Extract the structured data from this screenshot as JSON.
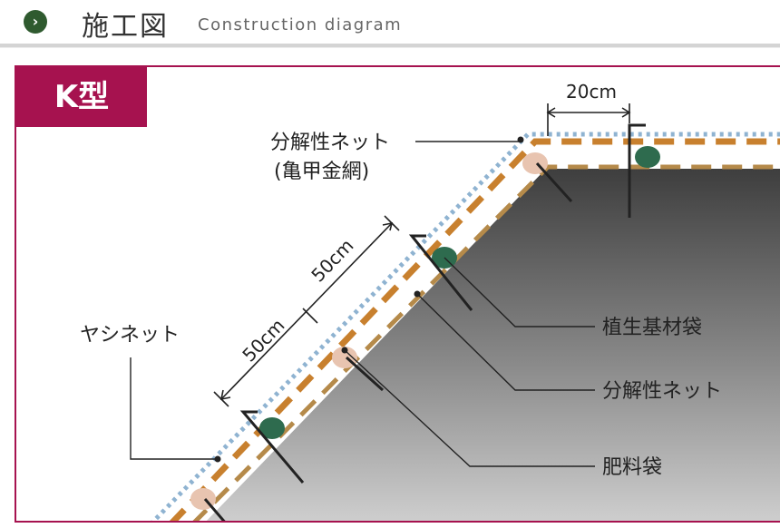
{
  "header": {
    "bullet_icon": "chevron-right-icon",
    "title_ja": "施工図",
    "title_en": "Construction diagram"
  },
  "diagram": {
    "type_label": "K型",
    "dimensions": {
      "top_spacing": "20cm",
      "slope_upper": "50cm",
      "slope_lower": "50cm"
    },
    "labels": {
      "outer_net": "分解性ネット",
      "outer_net_sub": "(亀甲金網)",
      "coir_net": "ヤシネット",
      "seed_bag": "植生基材袋",
      "inner_net": "分解性ネット",
      "fertilizer_bag": "肥料袋"
    },
    "colors": {
      "accent": "#a6124f",
      "seed_bag": "#2e6b4e",
      "fertilizer_bag": "#e8c4b0",
      "coir_net": "#c8802e",
      "dotted_net": "#8fb3d1"
    }
  }
}
